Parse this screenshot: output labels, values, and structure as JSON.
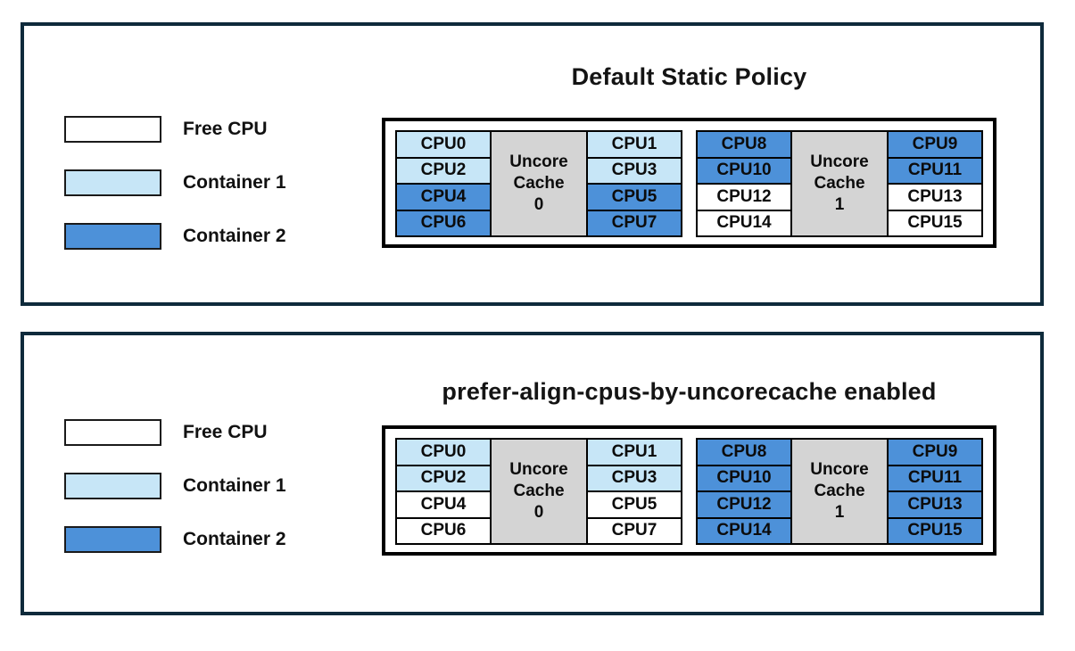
{
  "colors": {
    "free_cpu": "#FFFFFF",
    "container1": "#C7E6F7",
    "container2": "#4D91D9",
    "uncore_cache": "#D4D4D4",
    "panel_border": "#0E2A3B",
    "cell_border": "#000000"
  },
  "legend": {
    "items": [
      {
        "label": "Free CPU",
        "color_key": "free_cpu"
      },
      {
        "label": "Container 1",
        "color_key": "container1"
      },
      {
        "label": "Container 2",
        "color_key": "container2"
      }
    ]
  },
  "panels": [
    {
      "title": "Default Static Policy",
      "groups": [
        {
          "uncore_lines": [
            "Uncore",
            "Cache",
            "0"
          ],
          "left_cpus": [
            {
              "label": "CPU0",
              "owner": "container1"
            },
            {
              "label": "CPU2",
              "owner": "container1"
            },
            {
              "label": "CPU4",
              "owner": "container2"
            },
            {
              "label": "CPU6",
              "owner": "container2"
            }
          ],
          "right_cpus": [
            {
              "label": "CPU1",
              "owner": "container1"
            },
            {
              "label": "CPU3",
              "owner": "container1"
            },
            {
              "label": "CPU5",
              "owner": "container2"
            },
            {
              "label": "CPU7",
              "owner": "container2"
            }
          ]
        },
        {
          "uncore_lines": [
            "Uncore",
            "Cache",
            "1"
          ],
          "left_cpus": [
            {
              "label": "CPU8",
              "owner": "container2"
            },
            {
              "label": "CPU10",
              "owner": "container2"
            },
            {
              "label": "CPU12",
              "owner": "free_cpu"
            },
            {
              "label": "CPU14",
              "owner": "free_cpu"
            }
          ],
          "right_cpus": [
            {
              "label": "CPU9",
              "owner": "container2"
            },
            {
              "label": "CPU11",
              "owner": "container2"
            },
            {
              "label": "CPU13",
              "owner": "free_cpu"
            },
            {
              "label": "CPU15",
              "owner": "free_cpu"
            }
          ]
        }
      ]
    },
    {
      "title": "prefer-align-cpus-by-uncorecache enabled",
      "groups": [
        {
          "uncore_lines": [
            "Uncore",
            "Cache",
            "0"
          ],
          "left_cpus": [
            {
              "label": "CPU0",
              "owner": "container1"
            },
            {
              "label": "CPU2",
              "owner": "container1"
            },
            {
              "label": "CPU4",
              "owner": "free_cpu"
            },
            {
              "label": "CPU6",
              "owner": "free_cpu"
            }
          ],
          "right_cpus": [
            {
              "label": "CPU1",
              "owner": "container1"
            },
            {
              "label": "CPU3",
              "owner": "container1"
            },
            {
              "label": "CPU5",
              "owner": "free_cpu"
            },
            {
              "label": "CPU7",
              "owner": "free_cpu"
            }
          ]
        },
        {
          "uncore_lines": [
            "Uncore",
            "Cache",
            "1"
          ],
          "left_cpus": [
            {
              "label": "CPU8",
              "owner": "container2"
            },
            {
              "label": "CPU10",
              "owner": "container2"
            },
            {
              "label": "CPU12",
              "owner": "container2"
            },
            {
              "label": "CPU14",
              "owner": "container2"
            }
          ],
          "right_cpus": [
            {
              "label": "CPU9",
              "owner": "container2"
            },
            {
              "label": "CPU11",
              "owner": "container2"
            },
            {
              "label": "CPU13",
              "owner": "container2"
            },
            {
              "label": "CPU15",
              "owner": "container2"
            }
          ]
        }
      ]
    }
  ]
}
